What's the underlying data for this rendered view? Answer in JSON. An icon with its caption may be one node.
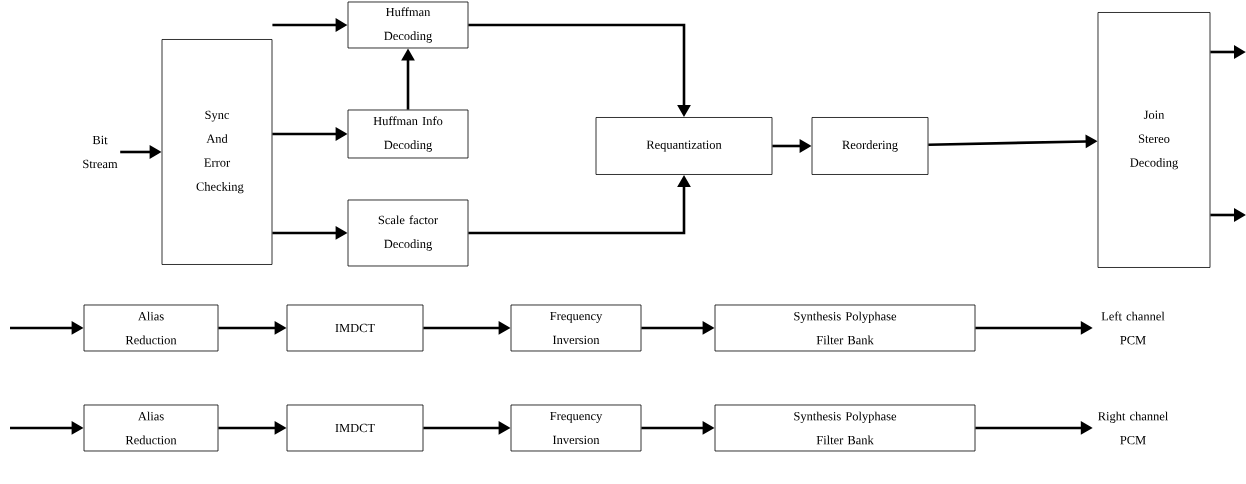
{
  "diagram": {
    "nodes": [
      {
        "text": [
          "Bit Stream"
        ]
      },
      {
        "text": [
          "Sync And Error Checking"
        ]
      },
      {
        "text": [
          "Huffman Decoding"
        ]
      },
      {
        "text": [
          "Huffman Info Decoding"
        ]
      },
      {
        "text": [
          "Scale factor Decoding"
        ]
      },
      {
        "text": [
          "Requantization"
        ]
      },
      {
        "text": [
          "Reordering"
        ]
      },
      {
        "text": [
          "Join Stereo Decoding"
        ]
      },
      {
        "text": [
          "Alias Reduction"
        ]
      },
      {
        "text": [
          "IMDCT"
        ]
      },
      {
        "text": [
          "Frequency Inversion"
        ]
      },
      {
        "text": [
          "Synthesis Polyphase Filter Bank"
        ]
      },
      {
        "text": [
          "Left channel PCM"
        ]
      },
      {
        "text": [
          "Alias Reduction"
        ]
      },
      {
        "text": [
          "IMDCT"
        ]
      },
      {
        "text": [
          "Frequency Inversion"
        ]
      },
      {
        "text": [
          "Synthesis Polyphase Filter Bank"
        ]
      },
      {
        "text": [
          "Right channel PCM"
        ]
      }
    ],
    "edges": [
      {
        "from": 0,
        "to": 1,
        "arrow": "to"
      },
      {
        "from": 1,
        "to": 2,
        "arrow": "to"
      },
      {
        "from": 1,
        "to": 3,
        "arrow": "to"
      },
      {
        "from": 1,
        "to": 4,
        "arrow": "to"
      },
      {
        "from": 3,
        "to": 2,
        "arrow": "to"
      },
      {
        "from": 2,
        "to": 5,
        "arrow": "to"
      },
      {
        "from": 4,
        "to": 5,
        "arrow": "to"
      },
      {
        "from": 5,
        "to": 6,
        "arrow": "to"
      },
      {
        "from": 6,
        "to": 7,
        "arrow": "to"
      },
      {
        "from": 7,
        "to": null,
        "arrow": "to"
      },
      {
        "from": 7,
        "to": null,
        "arrow": "to"
      },
      {
        "from": null,
        "to": 8,
        "arrow": "to"
      },
      {
        "from": 8,
        "to": 9,
        "arrow": "to"
      },
      {
        "from": 9,
        "to": 10,
        "arrow": "to"
      },
      {
        "from": 10,
        "to": 11,
        "arrow": "to"
      },
      {
        "from": 11,
        "to": 12,
        "arrow": "to"
      },
      {
        "from": null,
        "to": 13,
        "arrow": "to"
      },
      {
        "from": 13,
        "to": 14,
        "arrow": "to"
      },
      {
        "from": 14,
        "to": 15,
        "arrow": "to"
      },
      {
        "from": 15,
        "to": 16,
        "arrow": "to"
      },
      {
        "from": 16,
        "to": 17,
        "arrow": "to"
      }
    ]
  }
}
